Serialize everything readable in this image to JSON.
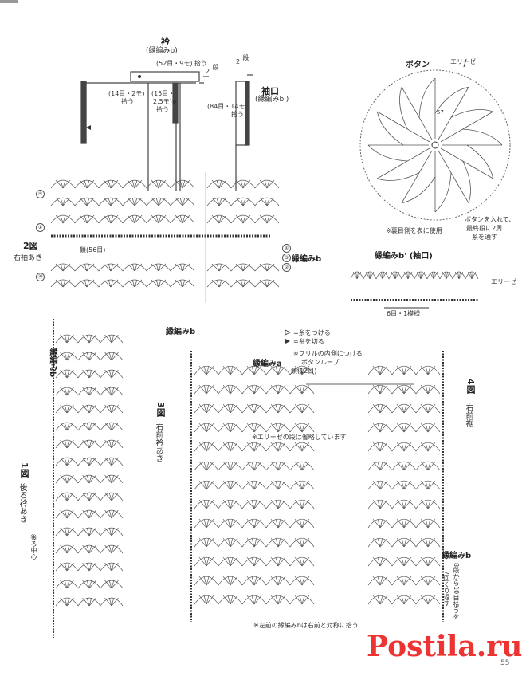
{
  "collar": {
    "title": "衿",
    "sub": "(縁編みb)",
    "pickup_top": "(52目・9モ) 拾う",
    "rows_top_num": "2",
    "rows_top_unit": "段",
    "pickup_left": "(14目・2モ)",
    "pickup_left2": "拾う",
    "pickup_mid": "(15目・",
    "pickup_mid2": "2.5モ)",
    "pickup_mid3": "拾う"
  },
  "cuff": {
    "title": "袖口",
    "sub": "(縁編みb')",
    "rows_num": "2",
    "rows_unit": "段",
    "pickup": "(84目・14モ)",
    "pickup2": "拾う"
  },
  "button": {
    "title": "ボタン",
    "elise": "エリーゼ",
    "note_back": "※裏目側を表に使用",
    "note_insert": "ボタンを入れて、",
    "note_insert2": "最終段に2周",
    "note_insert3": "糸を通す",
    "center_label": "57"
  },
  "fig2": {
    "label": "2図",
    "sub": "右袖あき",
    "chain": "鎖(56目)",
    "edge": "縁編みb",
    "row5": "⑤",
    "row1": "①",
    "row20": "⑳",
    "row4": "④",
    "row3": "③",
    "row2": "②"
  },
  "edging_b_prime": {
    "title": "縁編みb' (袖口)",
    "elise": "エリーゼ",
    "repeat": "6目・1模様"
  },
  "fig1": {
    "edge": "縁編みb",
    "label": "1図",
    "sub": "後ろ衿あき",
    "center": "後ろ中心"
  },
  "fig3": {
    "edge": "縁編みb",
    "label": "3図",
    "sub": "右前衿あき",
    "edge_a": "縁編みa",
    "note_omit": "※エリーゼの段は省略しています",
    "note_sym": "※左前の縁編みbは右前と対称に拾う"
  },
  "legend": {
    "attach": "=糸をつける",
    "cut": "=糸を切る",
    "frill": "※フリルの内側につける",
    "loop": "ボタンループ",
    "loop_chain": "鎖(12目)"
  },
  "fig4": {
    "label": "4図",
    "sub": "右前裾",
    "edge": "縁編みb",
    "repeat_note": "8段から10目拾うを",
    "repeat_note2": "7回くり返す"
  },
  "page_number": "55",
  "watermark": "Postila.ru"
}
